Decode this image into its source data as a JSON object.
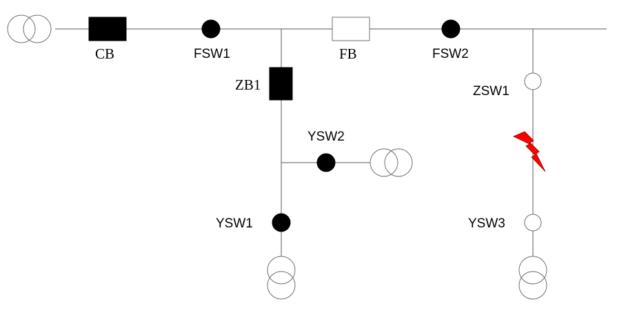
{
  "labels": {
    "cb": "CB",
    "fsw1": "FSW1",
    "fb": "FB",
    "fsw2": "FSW2",
    "zb1": "ZB1",
    "ysw2": "YSW2",
    "zsw1": "ZSW1",
    "ysw1": "YSW1",
    "ysw3": "YSW3"
  },
  "states": {
    "cb": "closed",
    "fsw1": "closed",
    "fb": "open",
    "fsw2": "closed",
    "zb1": "closed",
    "ysw2": "closed",
    "zsw1": "open",
    "ysw1": "closed",
    "ysw3": "open"
  },
  "colors": {
    "fault": "#ff0000",
    "closed": "#000000",
    "open": "#ffffff"
  },
  "icons": {
    "fault": "lightning-fault-icon",
    "transformer": "transformer-icon"
  }
}
